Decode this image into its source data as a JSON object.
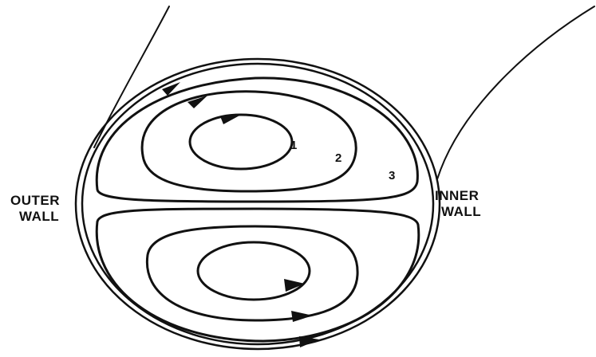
{
  "labels": {
    "outer_wall": [
      "OUTER",
      "WALL"
    ],
    "inner_wall": [
      "INNER",
      "WALL"
    ],
    "streamline_1": "1",
    "streamline_2": "2",
    "streamline_3": "3"
  },
  "colors": {
    "line": "#111111",
    "background": "#ffffff"
  }
}
